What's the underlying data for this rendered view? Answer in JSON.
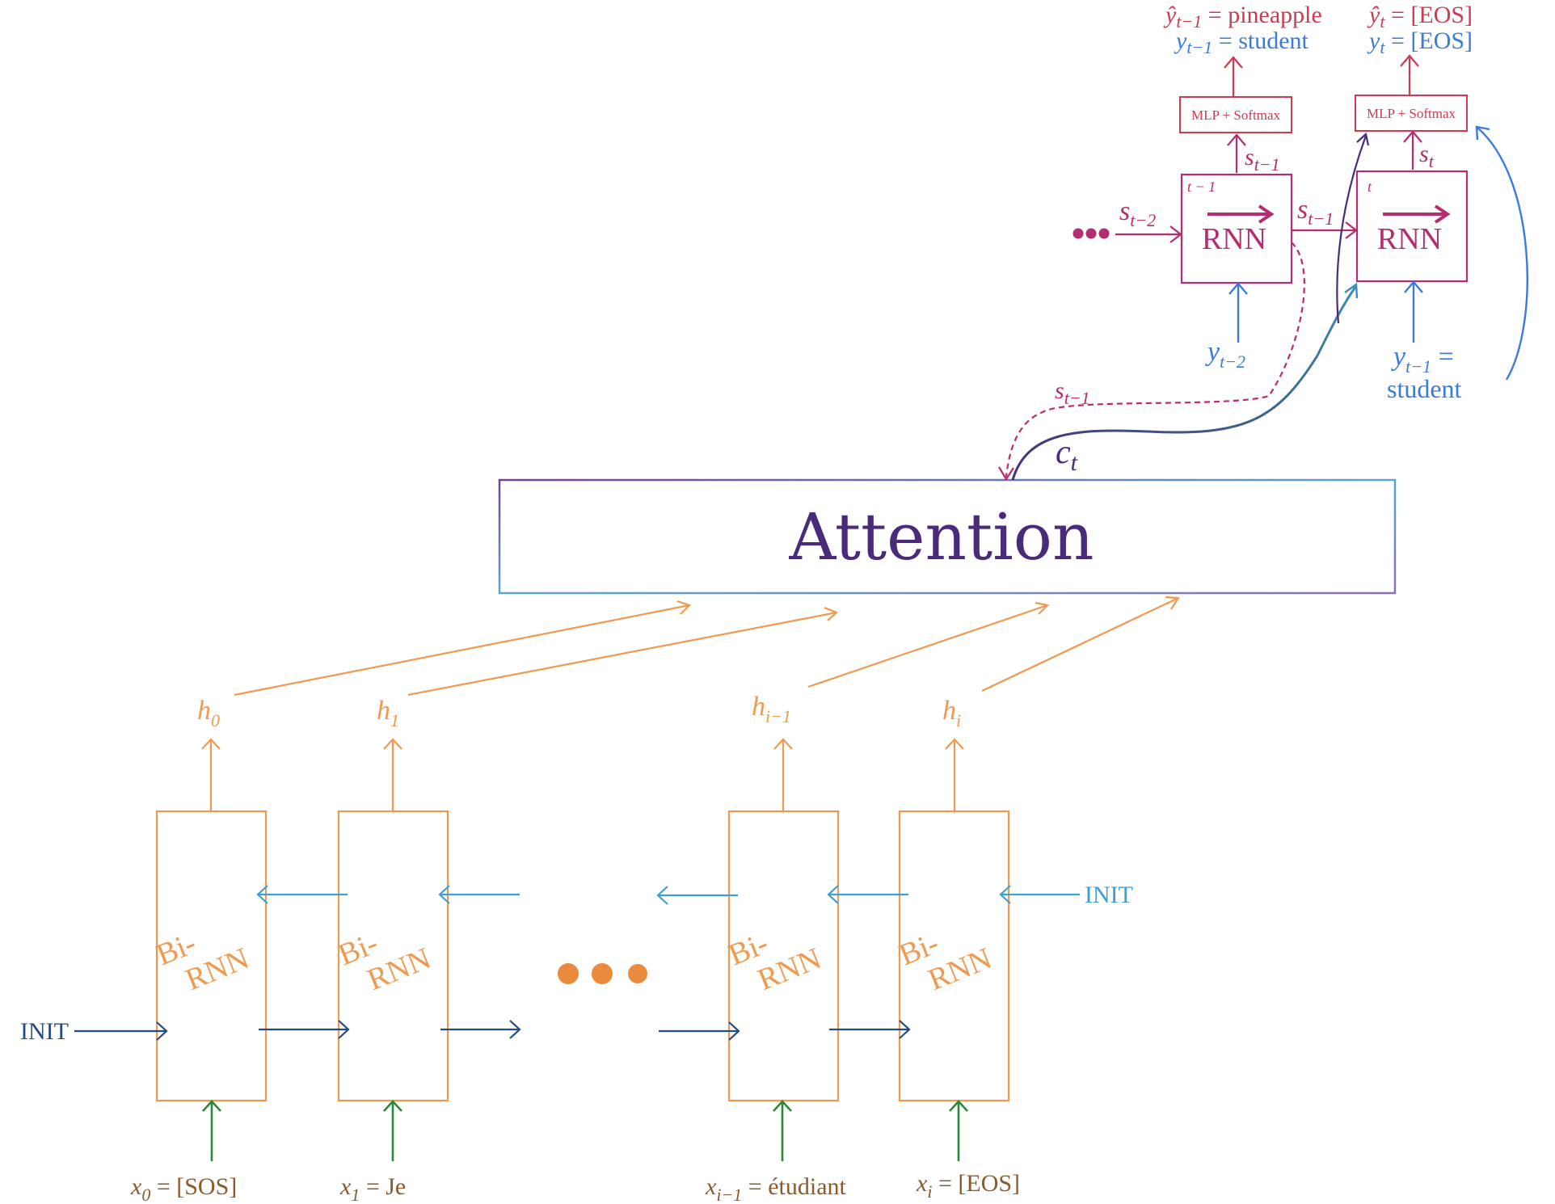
{
  "colors": {
    "encoder": "#ef9a50",
    "decoder": "#b52d6e",
    "output": "#d0394f",
    "blue": "#3a7bdc",
    "cyan": "#3d9fd6",
    "navy": "#224c86",
    "green": "#2b8a3a",
    "attention": "#4a2a7a",
    "dots_orange": "#e98a3c"
  },
  "attention": {
    "label": "Attention"
  },
  "encoder": {
    "cell_label_line1": "Bi-",
    "cell_label_line2": "RNN",
    "init_forward": "INIT",
    "init_backward": "INIT",
    "ellipsis": "●●●",
    "hidden": [
      {
        "var": "h",
        "sub": "0"
      },
      {
        "var": "h",
        "sub": "1"
      },
      {
        "var": "h",
        "sub": "i−1"
      },
      {
        "var": "h",
        "sub": "i"
      }
    ],
    "inputs": [
      {
        "var": "x",
        "sub": "0",
        "value": " = [SOS]"
      },
      {
        "var": "x",
        "sub": "1",
        "value": " = Je"
      },
      {
        "var": "x",
        "sub": "i−1",
        "value": " = étudiant"
      },
      {
        "var": "x",
        "sub": "i",
        "value": " = [EOS]"
      }
    ]
  },
  "decoder": {
    "rnn_label": "RNN",
    "ellipsis": "•••",
    "step_prev": "t − 1",
    "step_curr": "t",
    "mlp_label": "MLP + Softmax",
    "s_var": "s",
    "s_prev2_sub": "t−2",
    "s_prev_sub": "t−1",
    "s_curr_sub": "t",
    "c_var": "c",
    "c_sub": "t",
    "y_prev2": {
      "var": "y",
      "sub": "t−2"
    },
    "y_curr_input": {
      "var": "y",
      "sub": "t−1",
      "value": " =",
      "line2": "student"
    },
    "outputs_prev": {
      "pred": {
        "var": "ŷ",
        "sub": "t−1",
        "value": " = pineapple"
      },
      "true": {
        "var": "y",
        "sub": "t−1",
        "value": " = student"
      }
    },
    "outputs_curr": {
      "pred": {
        "var": "ŷ",
        "sub": "t",
        "value": " = [EOS]"
      },
      "true": {
        "var": "y",
        "sub": "t",
        "value": " = [EOS]"
      }
    }
  }
}
